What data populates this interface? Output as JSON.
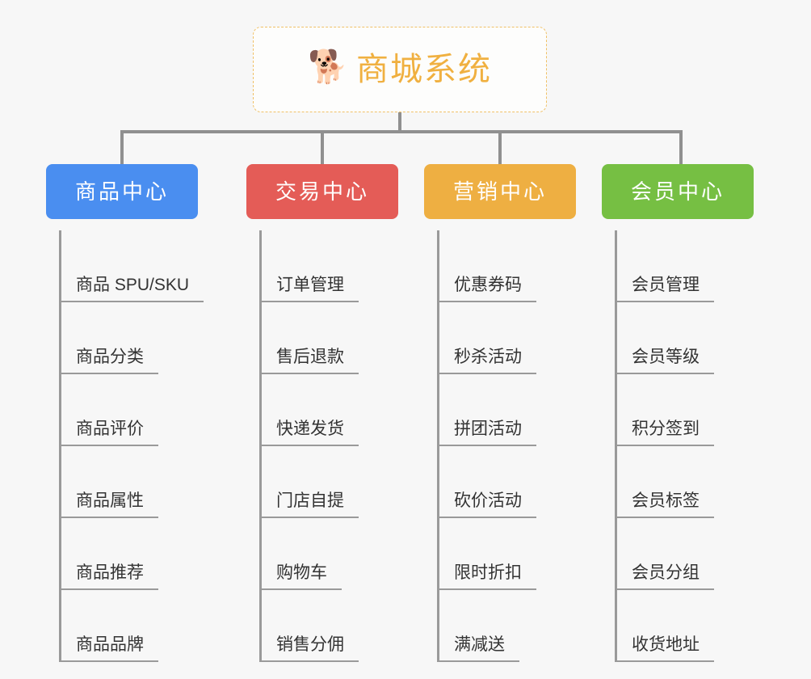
{
  "diagram": {
    "type": "org-chart",
    "background_color": "#f7f7f7",
    "root": {
      "title": "商城系统",
      "icon": "dog-face-emoji",
      "icon_glyph": "🐕",
      "border_color": "#f0c167",
      "text_color": "#f0b040"
    },
    "branches": [
      {
        "id": "product-center",
        "label": "商品中心",
        "color": "#4a8ef0",
        "items": [
          "商品 SPU/SKU",
          "商品分类",
          "商品评价",
          "商品属性",
          "商品推荐",
          "商品品牌"
        ]
      },
      {
        "id": "trade-center",
        "label": "交易中心",
        "color": "#e45c57",
        "items": [
          "订单管理",
          "售后退款",
          "快递发货",
          "门店自提",
          "购物车",
          "销售分佣"
        ]
      },
      {
        "id": "marketing-center",
        "label": "营销中心",
        "color": "#eeaf42",
        "items": [
          "优惠券码",
          "秒杀活动",
          "拼团活动",
          "砍价活动",
          "限时折扣",
          "满减送"
        ]
      },
      {
        "id": "member-center",
        "label": "会员中心",
        "color": "#76bf43",
        "items": [
          "会员管理",
          "会员等级",
          "积分签到",
          "会员标签",
          "会员分组",
          "收货地址"
        ]
      }
    ],
    "connector_color": "#909090"
  }
}
